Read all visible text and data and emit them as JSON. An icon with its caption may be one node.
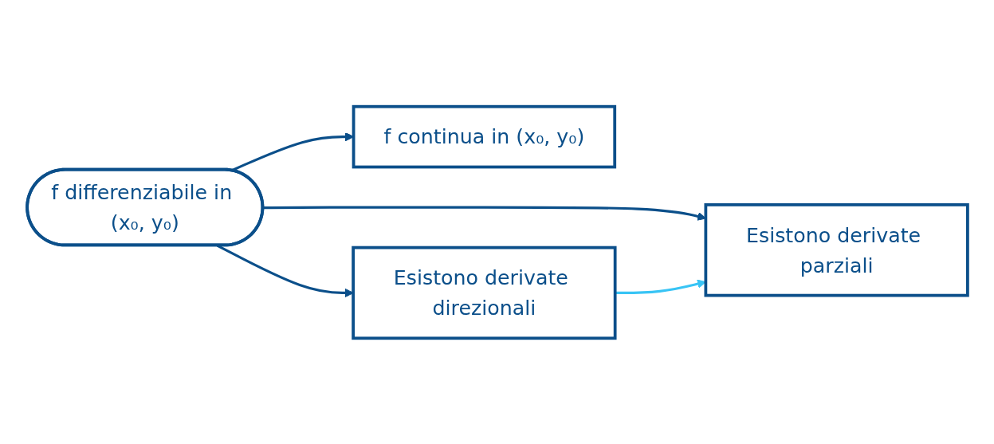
{
  "diagram": {
    "nodes": [
      {
        "text": [
          "f differenziabile in (x₀, y₀)"
        ]
      },
      {
        "text": [
          "f continua in (x₀, y₀)"
        ]
      },
      {
        "text": [
          "Esistono derivate direzionali"
        ]
      },
      {
        "text": [
          "Esistono derivate parziali"
        ]
      }
    ],
    "edges": [
      {
        "from": 0,
        "to": 1,
        "arrow": "to"
      },
      {
        "from": 0,
        "to": 2,
        "arrow": "to"
      },
      {
        "from": 0,
        "to": 3,
        "arrow": "to"
      },
      {
        "from": 2,
        "to": 3,
        "arrow": "to",
        "color": "#38c4f5"
      }
    ]
  }
}
